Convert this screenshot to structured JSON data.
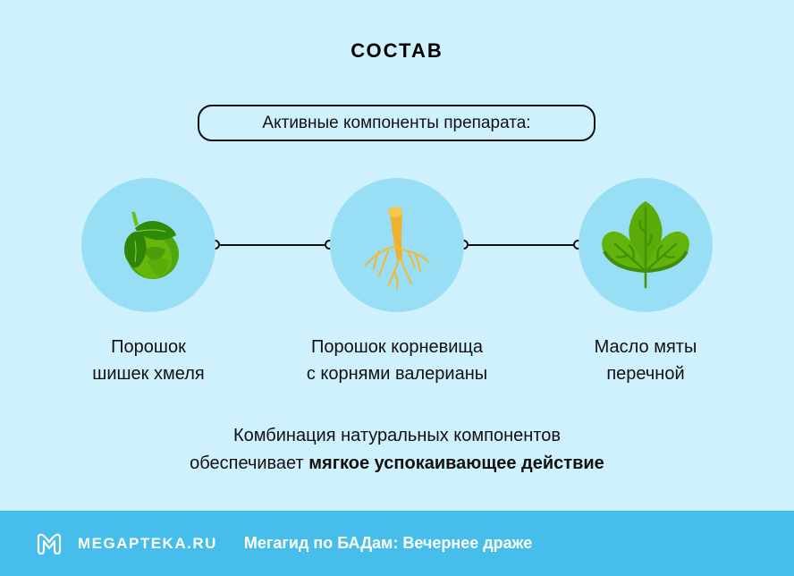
{
  "header": {
    "title": "СОСТАВ",
    "subtitle_pill": "Активные компоненты препарата:"
  },
  "components": [
    {
      "icon": "hop-cone-icon",
      "line1": "Порошок",
      "line2": "шишек хмеля"
    },
    {
      "icon": "valerian-root-icon",
      "line1": "Порошок корневища",
      "line2": "с корнями валерианы"
    },
    {
      "icon": "mint-leaf-icon",
      "line1": "Масло мяты",
      "line2": "перечной"
    }
  ],
  "summary": {
    "line1": "Комбинация натуральных компонентов",
    "line2_prefix": "обеспечивает ",
    "line2_bold": "мягкое успокаивающее действие"
  },
  "footer": {
    "logo_icon": "megapteka-logo-icon",
    "brand": "MEGAPTEKA.RU",
    "subtitle": "Мегагид по БАДам: Вечернее драже"
  },
  "colors": {
    "background": "#cff1fd",
    "circle": "#98def5",
    "footer": "#46bdea",
    "text": "#111111",
    "leaf_dark": "#2f8a0a",
    "leaf_light": "#5db30a",
    "root": "#f2b935"
  }
}
